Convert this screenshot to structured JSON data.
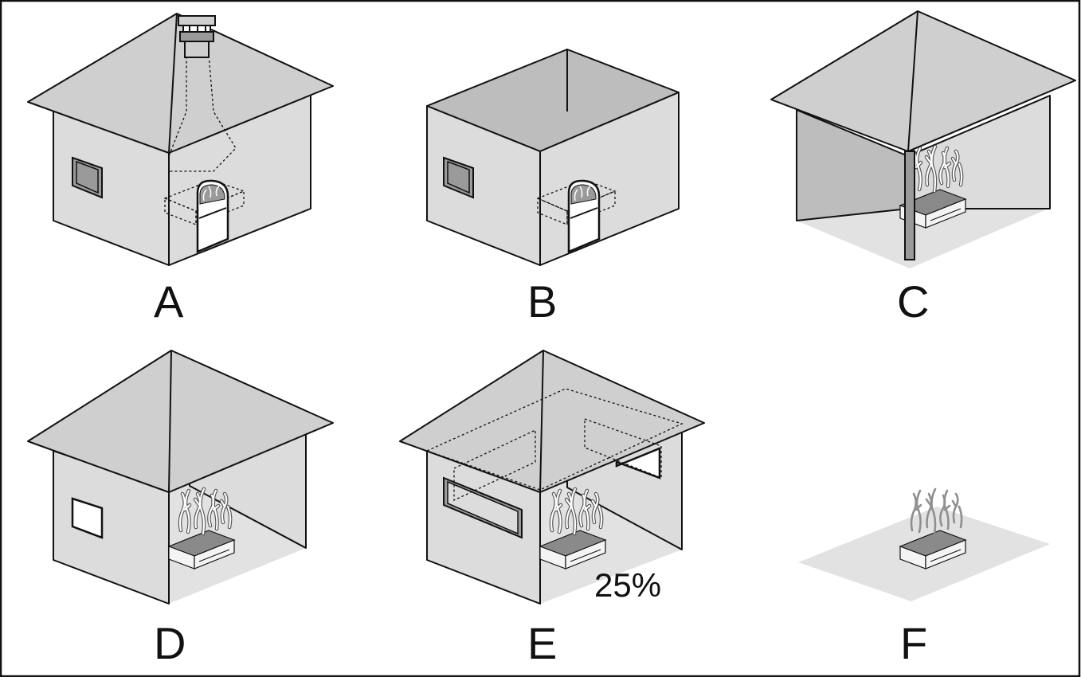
{
  "panels": [
    {
      "id": "A",
      "label": "A"
    },
    {
      "id": "B",
      "label": "B"
    },
    {
      "id": "C",
      "label": "C"
    },
    {
      "id": "D",
      "label": "D"
    },
    {
      "id": "E",
      "label": "E",
      "annotation": "25%"
    },
    {
      "id": "F",
      "label": "F"
    }
  ],
  "colors": {
    "wall": "#dcdcdc",
    "roof": "#cfcfcf",
    "floor": "#e2e2e2",
    "outline": "#111111"
  }
}
